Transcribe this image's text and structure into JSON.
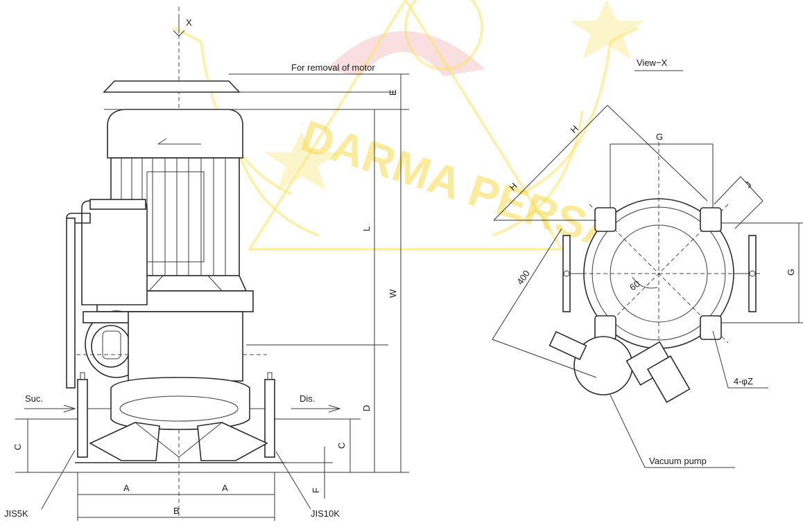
{
  "watermark": {
    "text": "DARMA PERSADA"
  },
  "labels": {
    "view_arrow": "X",
    "removal": "For removal of motor",
    "view_x": "View−X",
    "dim_E": "E",
    "dim_L": "L",
    "dim_W": "W",
    "dim_D": "D",
    "dim_C_left": "C",
    "dim_C_right": "C",
    "dim_F": "F",
    "dim_A_left": "A",
    "dim_A_right": "A",
    "dim_B": "B",
    "suc": "Suc.",
    "dis": "Dis.",
    "jis5k": "JIS5K",
    "jis10k": "JIS10K",
    "dim_G_top": "G",
    "dim_G_right": "G",
    "dim_H_upper": "H",
    "dim_H_lower": "H",
    "dim_J": "J",
    "dim_400": "400",
    "dim_60": "60",
    "holes": "4-φZ",
    "vacuum_pump": "Vacuum pump"
  }
}
